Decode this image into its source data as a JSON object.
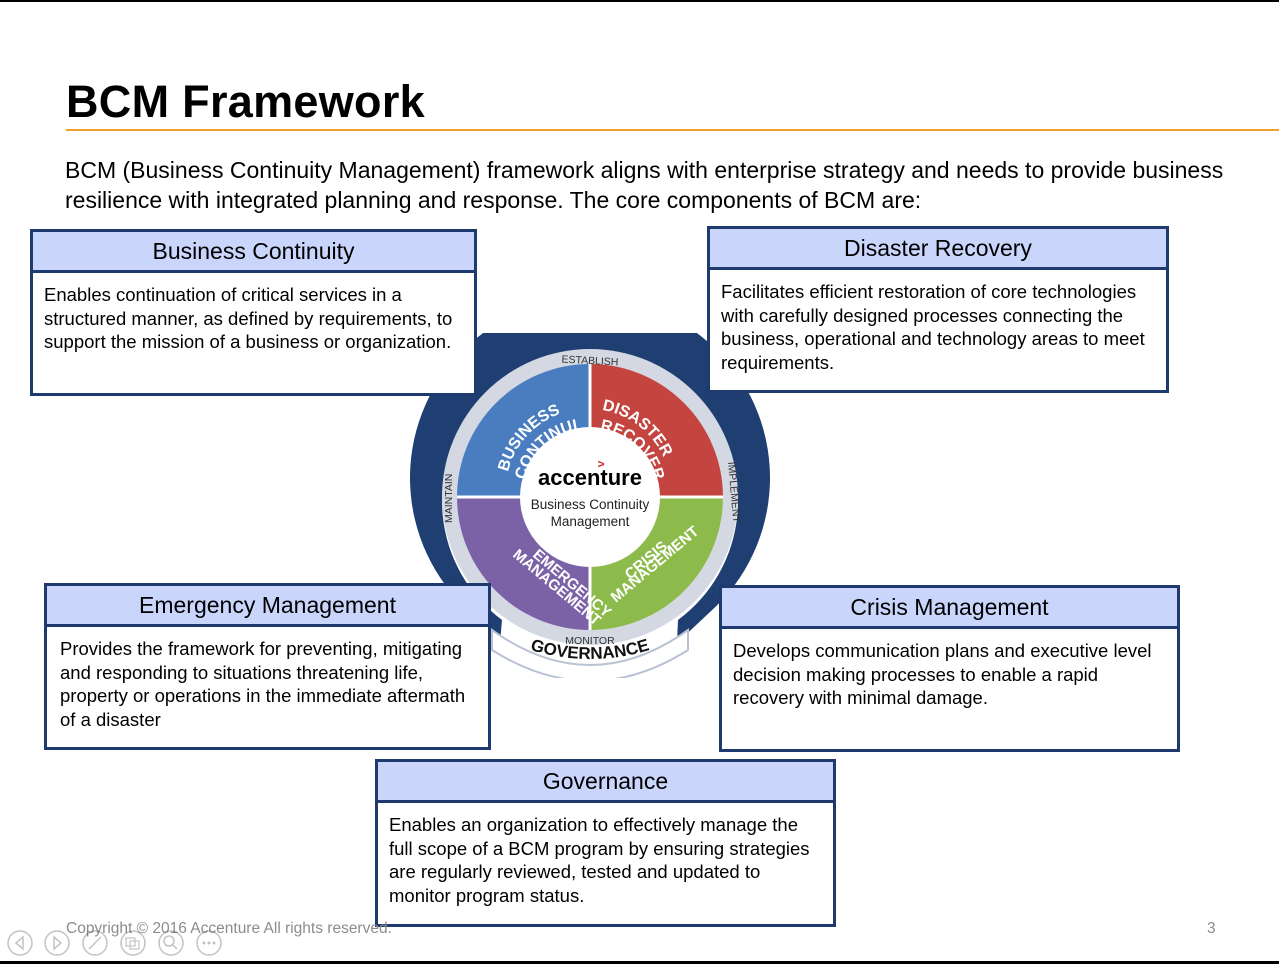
{
  "slide": {
    "title": "BCM Framework",
    "intro": "BCM (Business Continuity Management) framework aligns with enterprise strategy and needs to provide business resilience with integrated planning and response. The core components of BCM are:",
    "footer": "Copyright © 2016 Accenture  All rights reserved.",
    "page_number": "3"
  },
  "cards": {
    "business_continuity": {
      "title": "Business Continuity",
      "body": "Enables continuation of critical services in a structured manner, as defined by requirements, to support the mission of a business or organization."
    },
    "disaster_recovery": {
      "title": "Disaster Recovery",
      "body": "Facilitates efficient restoration of core technologies with carefully designed processes connecting the business, operational and technology areas to meet requirements."
    },
    "emergency_management": {
      "title": "Emergency Management",
      "body": "Provides the framework for preventing, mitigating and responding to situations threatening life, property or operations in the immediate aftermath of a disaster"
    },
    "crisis_management": {
      "title": "Crisis Management",
      "body": "Develops communication plans and executive level decision making processes to enable a rapid recovery with minimal damage."
    },
    "governance": {
      "title": "Governance",
      "body": "Enables an organization to effectively manage the full scope of a BCM program by ensuring strategies are regularly reviewed, tested and updated to monitor program status."
    }
  },
  "diagram": {
    "brand": "accenture",
    "center_line1": "Business Continuity",
    "center_line2": "Management",
    "quadrants": {
      "top_left": [
        "BUSINESS",
        "CONTINUITY"
      ],
      "top_right": [
        "DISASTER",
        "RECOVERY"
      ],
      "bottom_left": [
        "EMERGENCY",
        "MANAGEMENT"
      ],
      "bottom_right": [
        "CRISIS",
        "MANAGEMENT"
      ]
    },
    "ring_labels": {
      "top": "ESTABLISH",
      "right": "IMPLEMENT",
      "bottom": "MONITOR",
      "left": "MAINTAIN"
    },
    "base_label": "GOVERNANCE",
    "colors": {
      "business_continuity": "#4a7cc0",
      "disaster_recovery": "#c4453f",
      "emergency_management": "#7b62a7",
      "crisis_management": "#8cba4b",
      "outer_ring": "#1f3f73",
      "inner_ring": "#d3d8e2"
    }
  },
  "colors": {
    "card_header_bg": "#c9d5fb",
    "card_border": "#1f3a6e",
    "title_rule": "#f0a030"
  },
  "navigation_icons": [
    "previous-icon",
    "next-icon",
    "pen-icon",
    "slides-icon",
    "zoom-icon",
    "more-icon"
  ]
}
